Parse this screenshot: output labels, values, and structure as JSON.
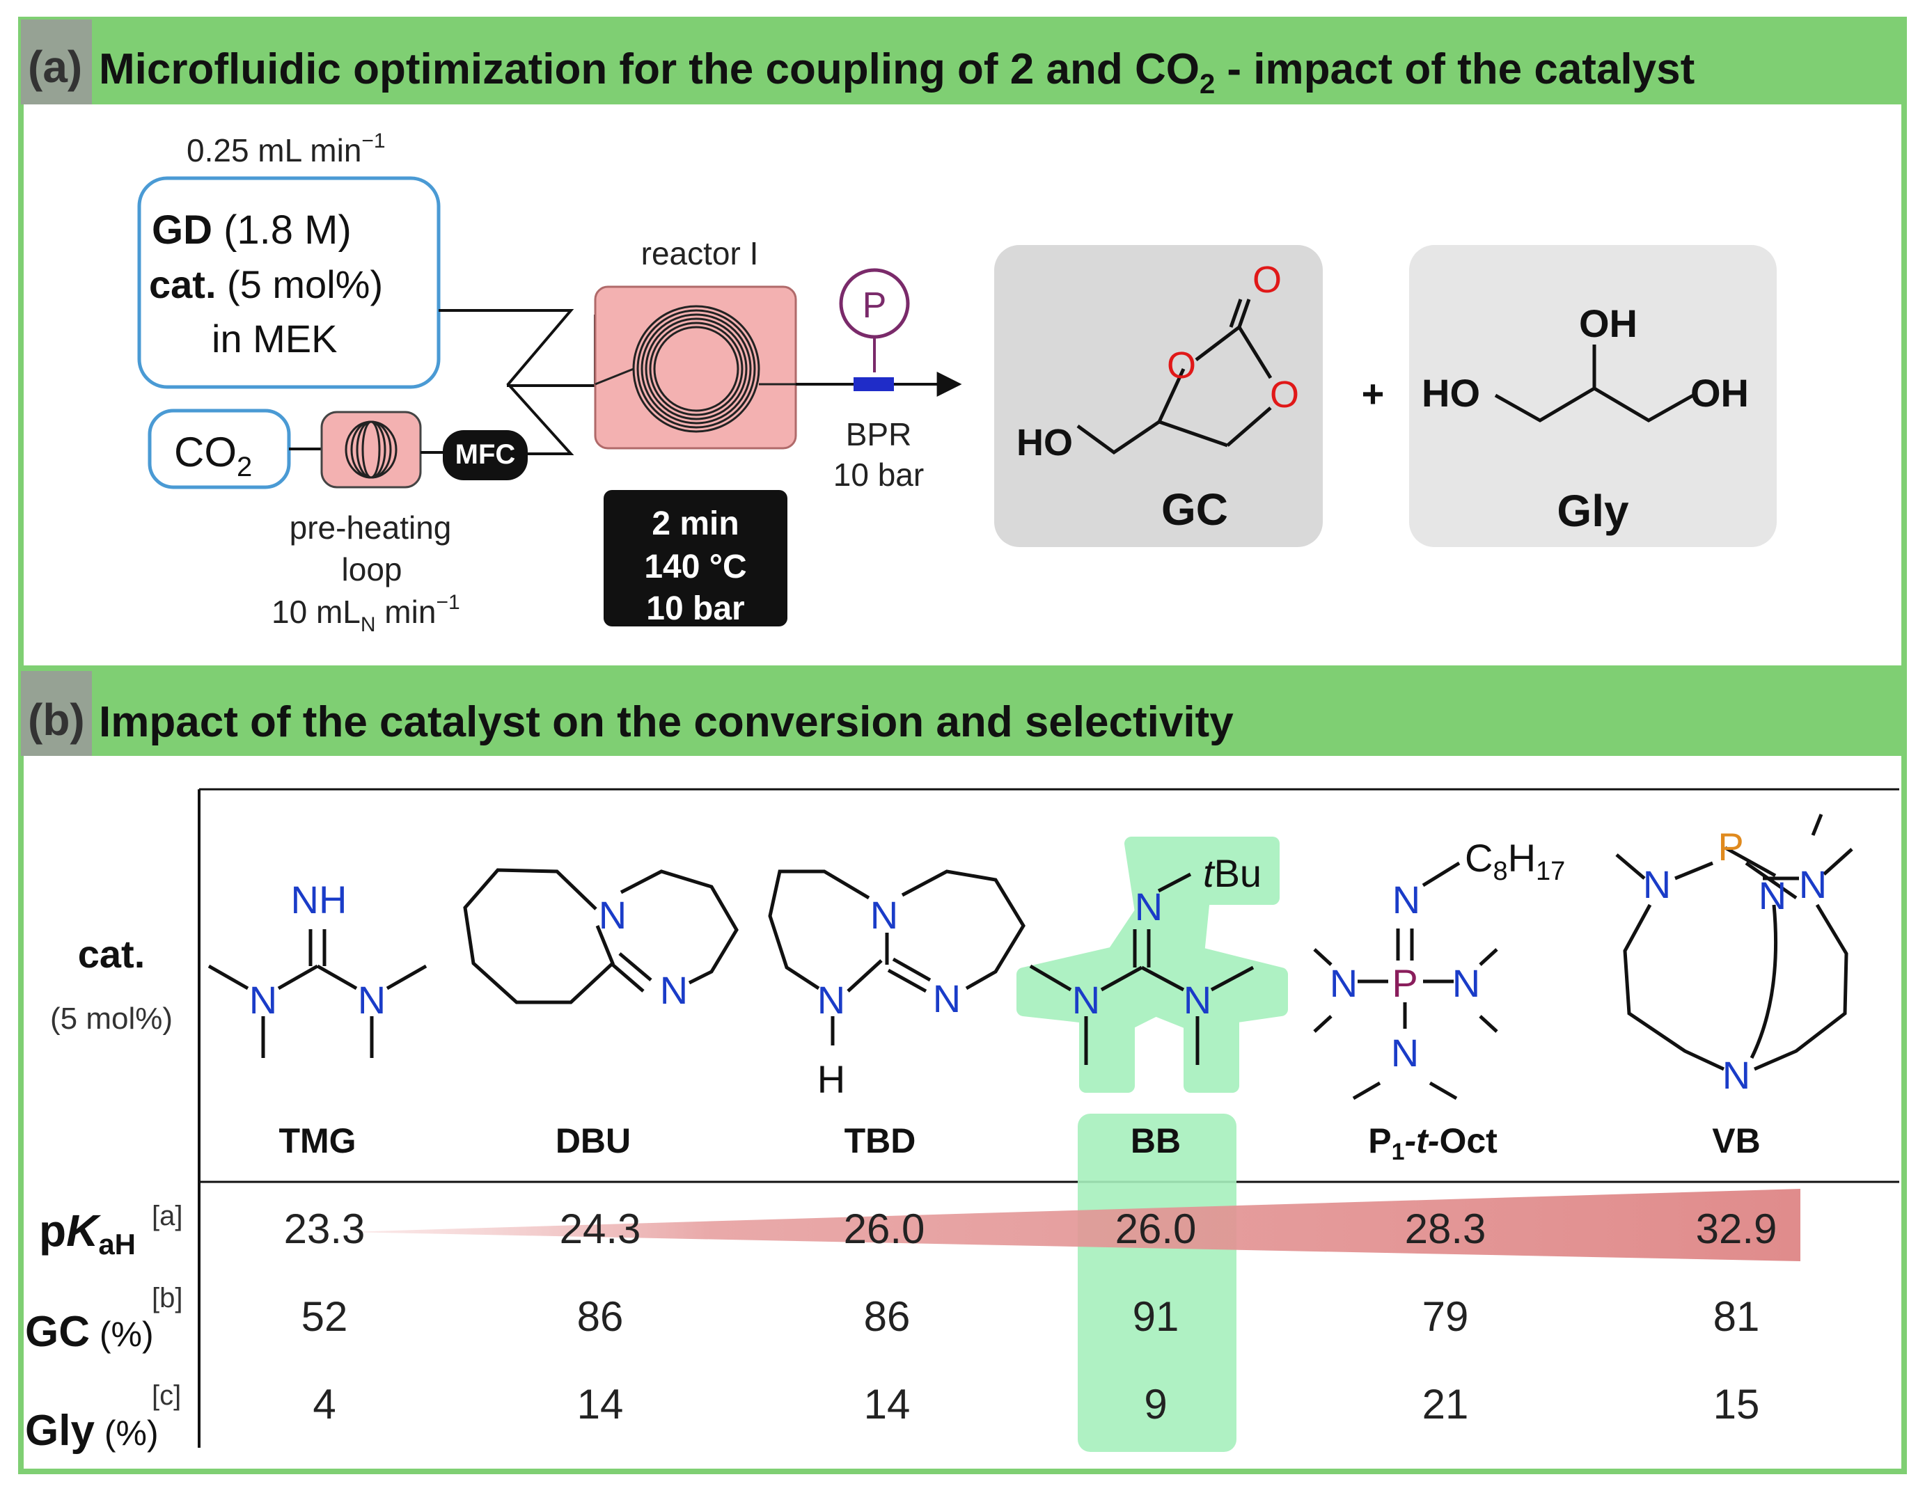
{
  "panel_a": {
    "letter": "(a)",
    "title_main": "Microfluidic optimization for the coupling of 2 and CO",
    "title_sub": "2",
    "title_end": " - impact of the catalyst",
    "flow_rate_liquid": "0.25 mL min",
    "flow_rate_liquid_exp": "−1",
    "feed": {
      "line1_bold": "GD",
      "line1_rest": " (1.8 M)",
      "line2_bold": "cat.",
      "line2_rest": " (5 mol%)",
      "line3": "in MEK"
    },
    "gas": {
      "main": "CO",
      "sub": "2"
    },
    "mfc": "MFC",
    "preheat": {
      "line1": "pre-heating",
      "line2": "loop",
      "line3_main": "10 mL",
      "line3_sub": "N",
      "line3_rest": " min",
      "line3_exp": "−1"
    },
    "reactor_label": "reactor I",
    "conditions": [
      "2 min",
      "140 °C",
      "10 bar"
    ],
    "pressure_label": "P",
    "bpr": {
      "line1": "BPR",
      "line2": "10 bar"
    },
    "plus": "+",
    "products": {
      "gc": {
        "name": "GC",
        "o_ring1": "O",
        "o_ring2": "O",
        "o_carbonyl": "O",
        "ho": "HO"
      },
      "gly": {
        "name": "Gly",
        "oh_top": "OH",
        "ho_left": "HO",
        "oh_right": "OH"
      }
    }
  },
  "panel_b": {
    "letter": "(b)",
    "title": "Impact of the catalyst on the conversion and selectivity",
    "row_header": {
      "cat": "cat.",
      "cat_sub": "(5 mol%)"
    },
    "row_labels": {
      "pka": {
        "p": "p",
        "K": "K",
        "sub": "aH",
        "note": "[a]"
      },
      "gc": {
        "name": "GC",
        "unit": " (%)",
        "note": "[b]"
      },
      "gly": {
        "name": "Gly",
        "unit": " (%)",
        "note": "[c]"
      }
    },
    "atoms": {
      "N": "N",
      "NH": "NH",
      "H": "H",
      "P": "P",
      "tBu_t": "t",
      "tBu_rest": "Bu",
      "c8h17_c": "C",
      "c8h17_8": "8",
      "c8h17_h": "H",
      "c8h17_17": "17"
    },
    "catalysts": [
      {
        "name": "TMG",
        "pka": "23.3",
        "gc": "52",
        "gly": "4"
      },
      {
        "name": "DBU",
        "pka": "24.3",
        "gc": "86",
        "gly": "14"
      },
      {
        "name": "TBD",
        "pka": "26.0",
        "gc": "86",
        "gly": "14"
      },
      {
        "name": "BB",
        "pka": "26.0",
        "gc": "91",
        "gly": "9"
      },
      {
        "name_main": "P",
        "name_sub": "1",
        "name_italic": "-t-",
        "name_end": "Oct",
        "pka": "28.3",
        "gc": "79",
        "gly": "21"
      },
      {
        "name": "VB",
        "pka": "32.9",
        "gc": "81",
        "gly": "15"
      }
    ]
  },
  "colors": {
    "green_header": "#7fcf73",
    "green_border": "#7fcf73",
    "highlight_green": "#a6f0bd",
    "pka_wedge": "#e59a9a",
    "reactor_fill": "#f3b1b1",
    "feed_border": "#4a9ad4",
    "nitrogen_blue": "#1a3cc8",
    "oxygen_red": "#e01818",
    "phosphorus_p1": "#8a1e5c",
    "phosphorus_vb": "#e08a1e",
    "product_box": "#d9d9d9",
    "gly_box": "#e6e6e6"
  }
}
